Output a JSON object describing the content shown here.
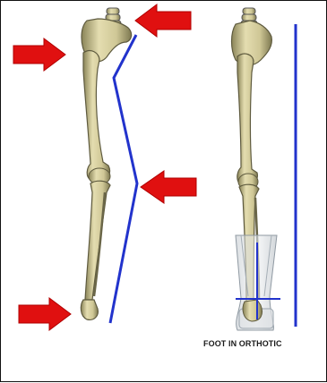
{
  "caption": "FOOT IN ORTHOTIC",
  "colors": {
    "arrow": "#e01010",
    "alignment_line": "#2233cc",
    "bone": "#d6cfa0",
    "bone_outline": "#6a6648",
    "orthotic": "#9aa4ad"
  },
  "panels": [
    {
      "name": "misaligned-leg",
      "arrows": 4,
      "alignment": "zigzag"
    },
    {
      "name": "corrected-leg",
      "arrows": 0,
      "alignment": "straight"
    }
  ],
  "icons": [
    "red-arrow-right",
    "red-arrow-left"
  ]
}
